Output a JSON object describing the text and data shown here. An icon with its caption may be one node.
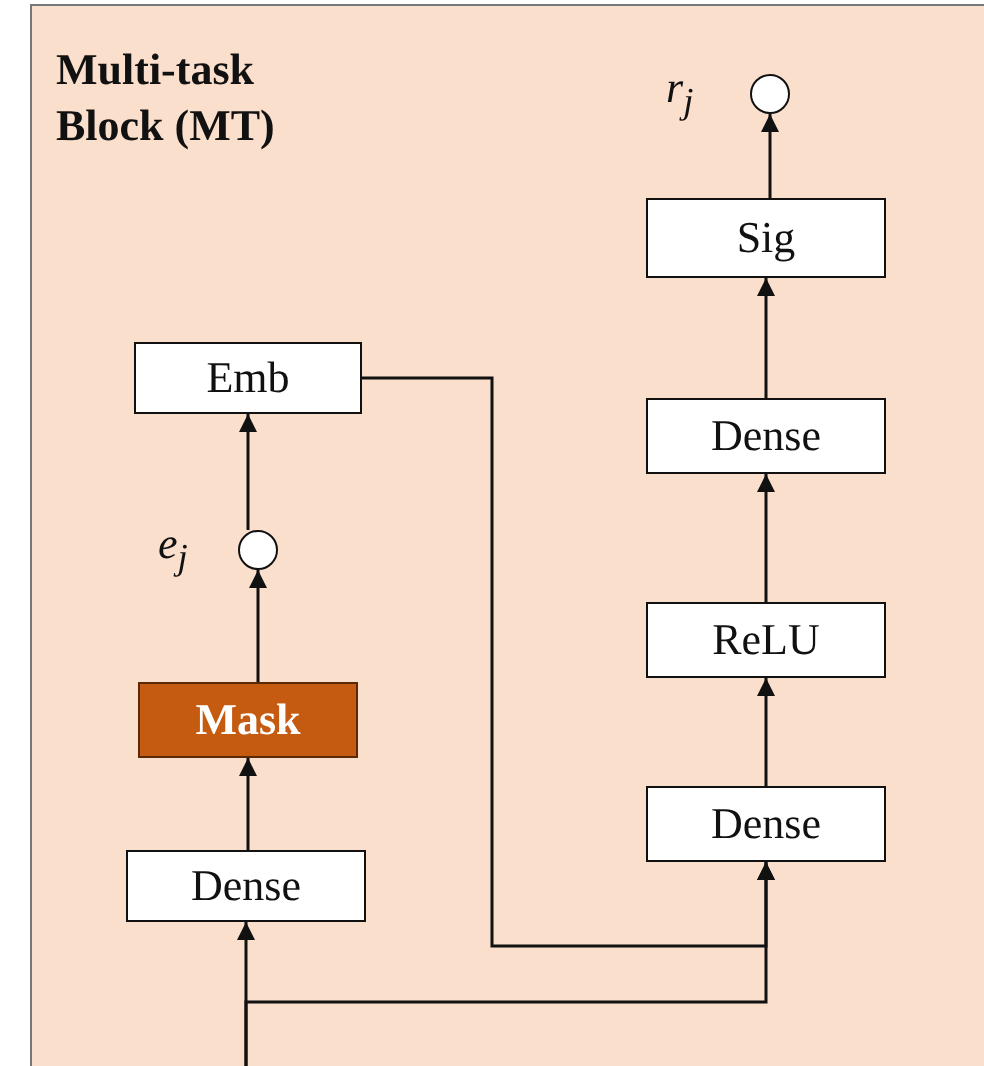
{
  "diagram": {
    "nodes": [
      {
        "text": [
          "Multi-task Block (MT)"
        ]
      },
      {
        "text": [],
        "shape": "circle",
        "beside": [
          "r$_{j}$"
        ],
        "in": 0
      },
      {
        "text": [
          "Sig"
        ],
        "in": 0
      },
      {
        "text": [
          "Emb"
        ],
        "in": 0
      },
      {
        "text": [
          "Dense"
        ],
        "in": 0
      },
      {
        "text": [],
        "shape": "circle",
        "beside": [
          "e$_{j}$"
        ],
        "in": 0
      },
      {
        "text": [
          "ReLU"
        ],
        "in": 0
      },
      {
        "text": [
          "Mask"
        ],
        "in": 0
      },
      {
        "text": [
          "Dense"
        ],
        "in": 0
      },
      {
        "text": [
          "Dense"
        ],
        "in": 0
      }
    ],
    "edges": [
      {
        "from": null,
        "to": 9,
        "arrow": "to"
      },
      {
        "from": null,
        "to": 8,
        "arrow": "to"
      },
      {
        "from": 9,
        "to": 7,
        "arrow": "to"
      },
      {
        "from": 7,
        "to": 5,
        "arrow": "to"
      },
      {
        "from": 5,
        "to": 3,
        "arrow": "to"
      },
      {
        "from": 3,
        "to": 8,
        "arrow": "to"
      },
      {
        "from": 8,
        "to": 6,
        "arrow": "to"
      },
      {
        "from": 6,
        "to": 4,
        "arrow": "to"
      },
      {
        "from": 4,
        "to": 2,
        "arrow": "to"
      },
      {
        "from": 2,
        "to": 1,
        "arrow": "to"
      }
    ]
  }
}
